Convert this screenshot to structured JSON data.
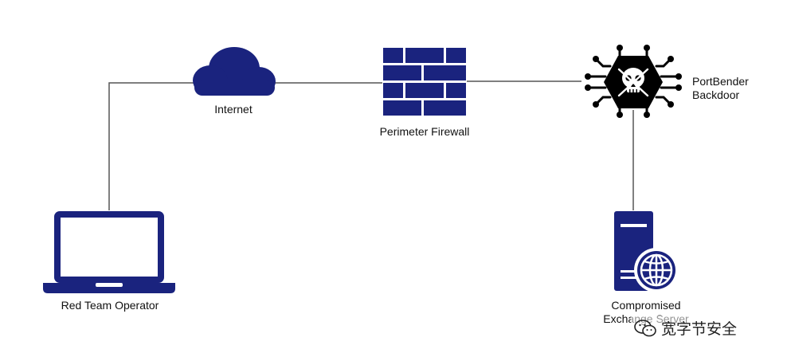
{
  "nodes": {
    "internet": {
      "label": "Internet",
      "icon": "cloud-icon"
    },
    "firewall": {
      "label": "Perimeter Firewall",
      "icon": "brick-wall-icon"
    },
    "backdoor": {
      "label": "PortBender Backdoor",
      "icon": "skull-chip-icon"
    },
    "operator": {
      "label": "Red Team Operator",
      "icon": "laptop-icon"
    },
    "server": {
      "label": "Compromised Exchange Server",
      "icon": "web-server-icon"
    }
  },
  "watermark": {
    "text": "宽字节安全",
    "icon": "wechat-icon"
  },
  "colors": {
    "icon": "#1a237e",
    "line": "#555555",
    "chip": "#000000",
    "label": "#111111"
  }
}
